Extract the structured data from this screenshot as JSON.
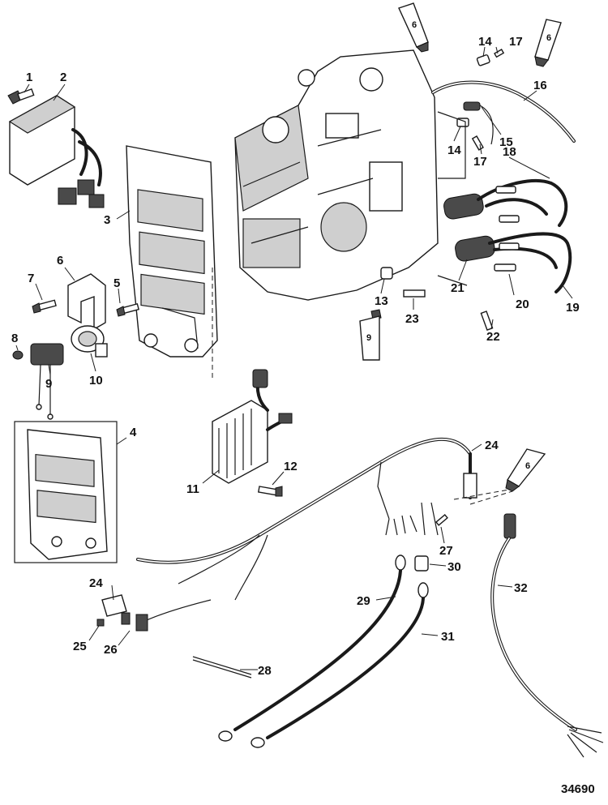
{
  "figure_number": "34690",
  "callouts": [
    {
      "id": "c1",
      "label": "1"
    },
    {
      "id": "c2",
      "label": "2"
    },
    {
      "id": "c3",
      "label": "3"
    },
    {
      "id": "c4",
      "label": "4"
    },
    {
      "id": "c5",
      "label": "5"
    },
    {
      "id": "c6",
      "label": "6"
    },
    {
      "id": "c7",
      "label": "7"
    },
    {
      "id": "c8",
      "label": "8"
    },
    {
      "id": "c9",
      "label": "9"
    },
    {
      "id": "c10",
      "label": "10"
    },
    {
      "id": "c11",
      "label": "11"
    },
    {
      "id": "c12",
      "label": "12"
    },
    {
      "id": "c13",
      "label": "13"
    },
    {
      "id": "c14a",
      "label": "14"
    },
    {
      "id": "c14b",
      "label": "14"
    },
    {
      "id": "c15",
      "label": "15"
    },
    {
      "id": "c16",
      "label": "16"
    },
    {
      "id": "c17a",
      "label": "17"
    },
    {
      "id": "c17b",
      "label": "17"
    },
    {
      "id": "c18",
      "label": "18"
    },
    {
      "id": "c19",
      "label": "19"
    },
    {
      "id": "c20",
      "label": "20"
    },
    {
      "id": "c21",
      "label": "21"
    },
    {
      "id": "c22",
      "label": "22"
    },
    {
      "id": "c23",
      "label": "23"
    },
    {
      "id": "c24a",
      "label": "24"
    },
    {
      "id": "c24b",
      "label": "24"
    },
    {
      "id": "c25",
      "label": "25"
    },
    {
      "id": "c26",
      "label": "26"
    },
    {
      "id": "c27",
      "label": "27"
    },
    {
      "id": "c28",
      "label": "28"
    },
    {
      "id": "c29",
      "label": "29"
    },
    {
      "id": "c30",
      "label": "30"
    },
    {
      "id": "c31",
      "label": "31"
    },
    {
      "id": "c32",
      "label": "32"
    }
  ],
  "tubes": [
    {
      "id": "t1",
      "label": "6"
    },
    {
      "id": "t2",
      "label": "6"
    },
    {
      "id": "t3",
      "label": "9"
    },
    {
      "id": "t4",
      "label": "6"
    }
  ]
}
